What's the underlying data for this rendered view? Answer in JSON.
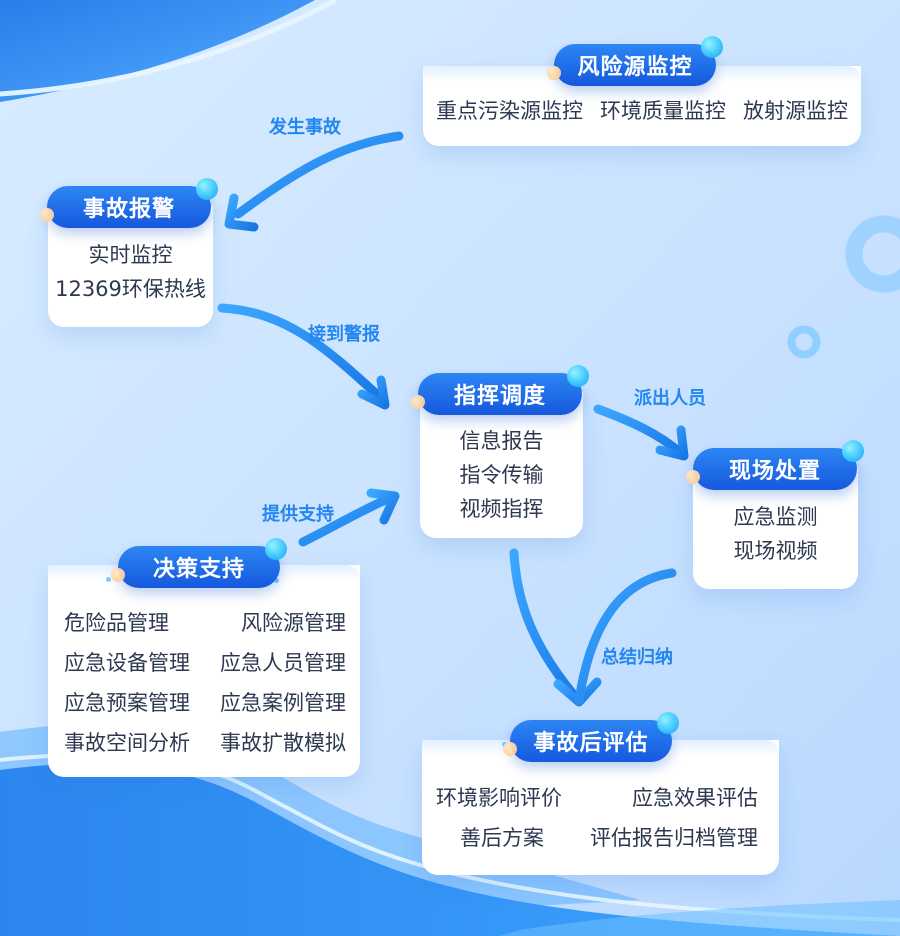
{
  "nodes": {
    "risk_monitor": {
      "title": "风险源监控",
      "items": [
        "重点污染源监控",
        "环境质量监控",
        "放射源监控"
      ]
    },
    "accident_alarm": {
      "title": "事故报警",
      "items": [
        "实时监控",
        "12369环保热线"
      ]
    },
    "command_dispatch": {
      "title": "指挥调度",
      "items": [
        "信息报告",
        "指令传输",
        "视频指挥"
      ]
    },
    "onsite_disposal": {
      "title": "现场处置",
      "items": [
        "应急监测",
        "现场视频"
      ]
    },
    "decision_support": {
      "title": "决策支持",
      "items": [
        [
          "危险品管理",
          "风险源管理"
        ],
        [
          "应急设备管理",
          "应急人员管理"
        ],
        [
          "应急预案管理",
          "应急案例管理"
        ],
        [
          "事故空间分析",
          "事故扩散模拟"
        ]
      ]
    },
    "post_assessment": {
      "title": "事故后评估",
      "items": [
        [
          "环境影响评价",
          "应急效果评估"
        ],
        [
          "善后方案",
          "评估报告归档管理"
        ]
      ]
    }
  },
  "edges": [
    {
      "label": "发生事故"
    },
    {
      "label": "接到警报"
    },
    {
      "label": "派出人员"
    },
    {
      "label": "提供支持"
    },
    {
      "label": "总结归纳"
    }
  ],
  "colors": {
    "accent": "#2387ef",
    "pill": "#1f6fe6",
    "text": "#2d3950",
    "background": "#cfe5ff"
  }
}
